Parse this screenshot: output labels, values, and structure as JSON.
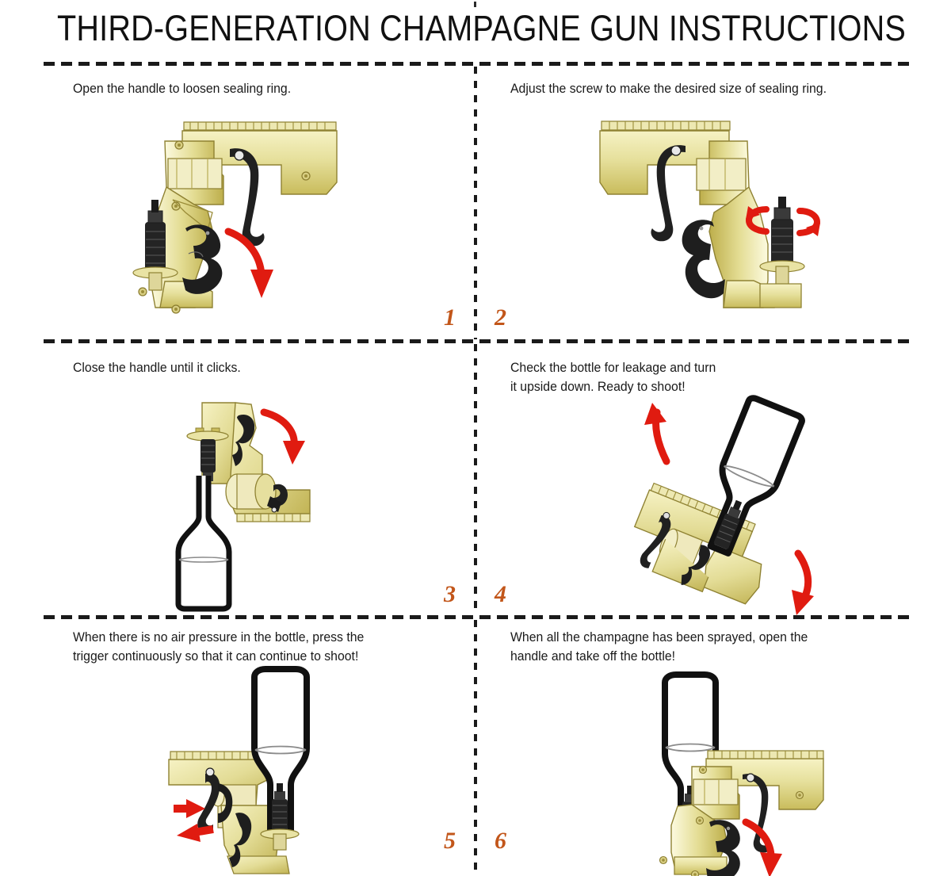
{
  "document": {
    "title": "THIRD-GENERATION CHAMPAGNE GUN INSTRUCTIONS",
    "background_color": "#ffffff",
    "text_color": "#1a1a1a",
    "accent_color": "#C2561A",
    "arrow_color": "#E01B10",
    "gold_color": "#E8E4A8",
    "gold_dark_color": "#B9A93E",
    "black_part_color": "#1c1c1c",
    "divider_color": "#1a1a1a"
  },
  "panels": [
    {
      "number": "1",
      "caption": "Open the handle to loosen sealing ring.",
      "illustration": "champagne-gun-handle-open",
      "arrows": [
        "curved-down-red-arrow"
      ]
    },
    {
      "number": "2",
      "caption": "Adjust the screw to make the desired size of sealing ring.",
      "illustration": "champagne-gun-mirrored-screw-adjust",
      "arrows": [
        "circular-rotate-red-arrow"
      ]
    },
    {
      "number": "3",
      "caption": "Close the handle until it clicks.",
      "illustration": "champagne-gun-rotated-with-bottle",
      "arrows": [
        "curved-down-red-arrow"
      ]
    },
    {
      "number": "4",
      "caption": "Check the bottle for leakage and turn\nit upside down. Ready to shoot!",
      "illustration": "champagne-gun-tilted-with-bottle",
      "arrows": [
        "curved-up-left-red-arrow",
        "curved-down-right-red-arrow"
      ]
    },
    {
      "number": "5",
      "caption": "When there is no air pressure in the bottle, press the\ntrigger continuously so that it can continue to shoot!",
      "illustration": "champagne-gun-upright-bottle-trigger-press",
      "arrows": [
        "straight-right-red-arrow",
        "straight-left-red-arrow"
      ]
    },
    {
      "number": "6",
      "caption": "When all the champagne has been sprayed, open the\nhandle and take off the bottle!",
      "illustration": "champagne-gun-with-bottle-handle-open",
      "arrows": [
        "curved-down-red-arrow"
      ]
    }
  ]
}
